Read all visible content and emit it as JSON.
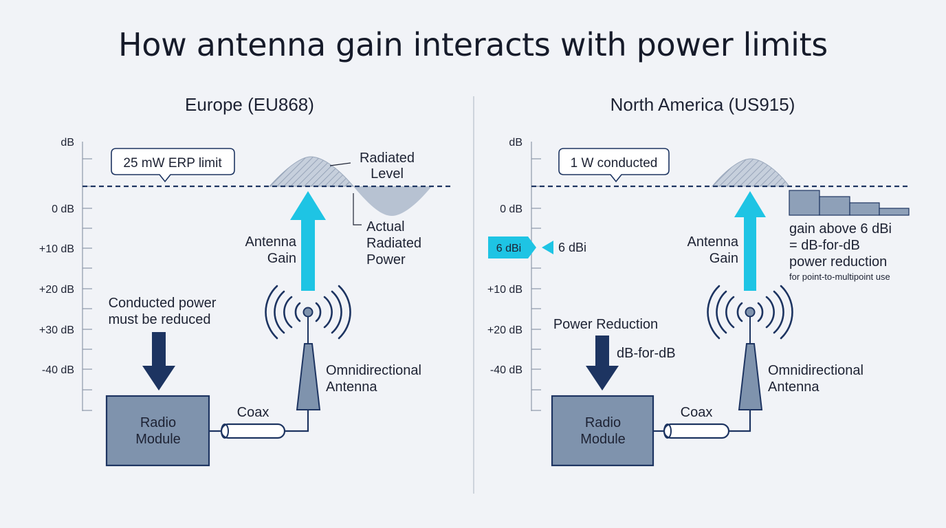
{
  "title": "How antenna gain interacts with power limits",
  "colors": {
    "background": "#f1f3f7",
    "navy": "#1d3461",
    "cyan": "#1ec4e4",
    "module_fill": "#7f93ad",
    "bar_fill": "#8ea0b8",
    "wave_fill": "#b7c2d2"
  },
  "europe": {
    "heading": "Europe (EU868)",
    "axis_unit": "dB",
    "ticks": [
      "0 dB",
      "+10 dB",
      "+20 dB",
      "+30 dB",
      "-40 dB"
    ],
    "limit_label": "25 mW ERP limit",
    "radiated_level": [
      "Radiated",
      "Level"
    ],
    "actual_radiated_power": [
      "Actual",
      "Radiated",
      "Power"
    ],
    "antenna_gain": [
      "Antenna",
      "Gain"
    ],
    "conducted_power_note": [
      "Conducted power",
      "must be reduced"
    ],
    "module_label": [
      "Radio",
      "Module"
    ],
    "coax_label": "Coax",
    "antenna_label": [
      "Omnidirectional",
      "Antenna"
    ]
  },
  "north_america": {
    "heading": "North America (US915)",
    "axis_unit": "dB",
    "ticks": [
      "0 dB",
      "+10 dB",
      "+20 dB",
      "-40 dB"
    ],
    "limit_label": "1 W conducted",
    "gain_tag": "6 dBi",
    "gain_marker": "6 dBi",
    "antenna_gain": [
      "Antenna",
      "Gain"
    ],
    "power_reduction": "Power Reduction",
    "db_for_db": "dB-for-dB",
    "reduction_note": [
      "gain above 6 dBi",
      "= dB-for-dB",
      "power reduction"
    ],
    "reduction_small_note": "for point-to-multipoint use",
    "module_label": [
      "Radio",
      "Module"
    ],
    "coax_label": "Coax",
    "antenna_label": [
      "Omnidirectional",
      "Antenna"
    ]
  }
}
